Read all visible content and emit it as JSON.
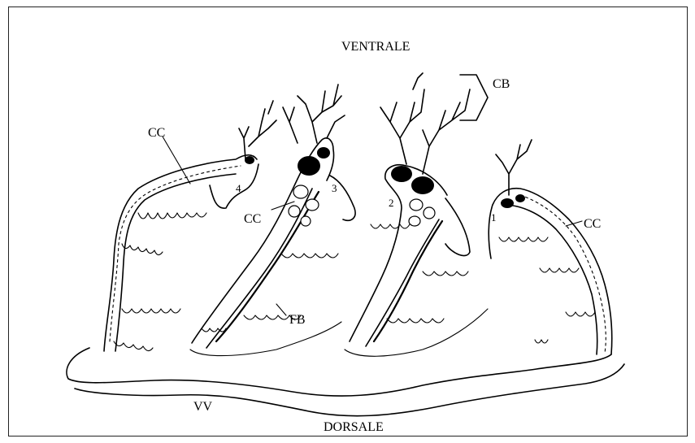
{
  "labels": {
    "ventrale": "VENTRALE",
    "dorsale": "DORSALE",
    "cb": "CB",
    "cc_left": "CC",
    "cc_mid": "CC",
    "cc_right": "CC",
    "fb": "FB",
    "vv": "VV"
  },
  "arch_numbers": {
    "n1": "1",
    "n2": "2",
    "n3": "3",
    "n4": "4"
  }
}
